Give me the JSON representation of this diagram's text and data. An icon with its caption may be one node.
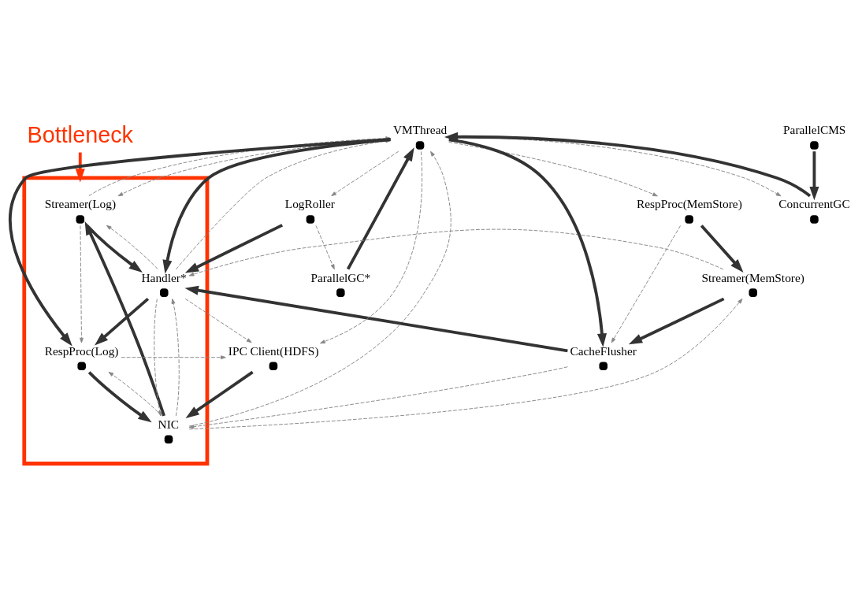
{
  "diagram": {
    "nodes": [
      {
        "text": [
          "Bottleneck"
        ]
      },
      {
        "text": [],
        "shape": "box"
      },
      {
        "text": [
          "ParallelGC*"
        ]
      },
      {
        "text": [
          "RespProc(MemStore)"
        ]
      },
      {
        "text": [
          "Streamer(MemStore)"
        ]
      },
      {
        "text": [
          "Streamer(Log)"
        ],
        "in": 1
      },
      {
        "text": [
          "CacheFlusher"
        ]
      },
      {
        "text": [
          "VMThread"
        ]
      },
      {
        "text": [
          "NIC"
        ],
        "in": 1
      },
      {
        "text": [
          "Handler*"
        ],
        "in": 1
      },
      {
        "text": [
          "ConcurrentGC"
        ]
      },
      {
        "text": [
          "ParallelCMS"
        ]
      },
      {
        "text": [
          "LogRoller"
        ]
      },
      {
        "text": [
          "RespProc(Log)"
        ],
        "in": 1
      },
      {
        "text": [
          "IPC Client(HDFS)"
        ]
      }
    ],
    "edges": [
      {
        "from": 0,
        "to": 1,
        "arrow": "to",
        "style": "thick",
        "color": "#ff3300"
      },
      {
        "from": 2,
        "to": 7,
        "arrow": "to",
        "style": "thick",
        "color": "#333333"
      },
      {
        "from": 3,
        "to": 4,
        "arrow": "to",
        "style": "thick",
        "color": "#333333"
      },
      {
        "from": 4,
        "to": 6,
        "arrow": "to",
        "style": "thick",
        "color": "#333333"
      },
      {
        "from": 7,
        "to": 6,
        "arrow": "to",
        "style": "thick",
        "color": "#333333"
      },
      {
        "from": 6,
        "to": 9,
        "arrow": "to",
        "style": "thick",
        "color": "#333333"
      },
      {
        "from": 7,
        "to": 9,
        "arrow": "to",
        "style": "thick",
        "color": "#333333"
      },
      {
        "from": 7,
        "to": 13,
        "arrow": "to",
        "style": "thick",
        "color": "#333333"
      },
      {
        "from": 10,
        "to": 7,
        "arrow": "to",
        "style": "thick",
        "color": "#333333"
      },
      {
        "from": 11,
        "to": 10,
        "arrow": "to",
        "style": "thick",
        "color": "#333333"
      },
      {
        "from": 12,
        "to": 9,
        "arrow": "to",
        "style": "thick",
        "color": "#333333"
      },
      {
        "from": 8,
        "to": 5,
        "arrow": "to",
        "style": "thick",
        "color": "#333333"
      },
      {
        "from": 5,
        "to": 9,
        "arrow": "to",
        "style": "thick",
        "color": "#333333"
      },
      {
        "from": 9,
        "to": 13,
        "arrow": "to",
        "style": "thick",
        "color": "#333333"
      },
      {
        "from": 13,
        "to": 8,
        "arrow": "to",
        "style": "thick",
        "color": "#333333"
      },
      {
        "from": 14,
        "to": 8,
        "arrow": "to",
        "style": "thick",
        "color": "#333333"
      },
      {
        "from": 12,
        "to": 2,
        "arrow": "to",
        "style": "dashed"
      },
      {
        "from": 7,
        "to": 3,
        "arrow": "to",
        "style": "dashed"
      },
      {
        "from": 3,
        "to": 6,
        "arrow": "to",
        "style": "dashed"
      },
      {
        "from": 8,
        "to": 4,
        "arrow": "to",
        "style": "dashed"
      },
      {
        "from": 4,
        "to": 9,
        "arrow": "to",
        "style": "dashed"
      },
      {
        "from": 5,
        "to": 7,
        "arrow": "to",
        "style": "dashed"
      },
      {
        "from": 8,
        "to": 7,
        "arrow": "to",
        "style": "dashed"
      },
      {
        "from": 9,
        "to": 7,
        "arrow": "to",
        "style": "dashed"
      },
      {
        "from": 7,
        "to": 10,
        "arrow": "to",
        "style": "dashed"
      },
      {
        "from": 7,
        "to": 12,
        "arrow": "to",
        "style": "dashed"
      },
      {
        "from": 7,
        "to": 14,
        "arrow": "to",
        "style": "dashed"
      },
      {
        "from": 9,
        "to": 14,
        "arrow": "to",
        "style": "dashed"
      },
      {
        "from": 13,
        "to": 14,
        "arrow": "to",
        "style": "dashed"
      },
      {
        "from": 8,
        "to": 9,
        "arrow": "to",
        "style": "dashed"
      },
      {
        "from": 9,
        "to": 8,
        "arrow": "to",
        "style": "dashed"
      },
      {
        "from": 5,
        "to": 13,
        "arrow": "to",
        "style": "dashed"
      },
      {
        "from": 8,
        "to": 13,
        "arrow": "to",
        "style": "dashed"
      },
      {
        "from": 9,
        "to": 5,
        "arrow": "to",
        "style": "dashed"
      },
      {
        "from": 7,
        "to": 5,
        "arrow": "to",
        "style": "dashed"
      },
      {
        "from": 6,
        "to": 8,
        "arrow": "to",
        "style": "dashed"
      }
    ]
  }
}
